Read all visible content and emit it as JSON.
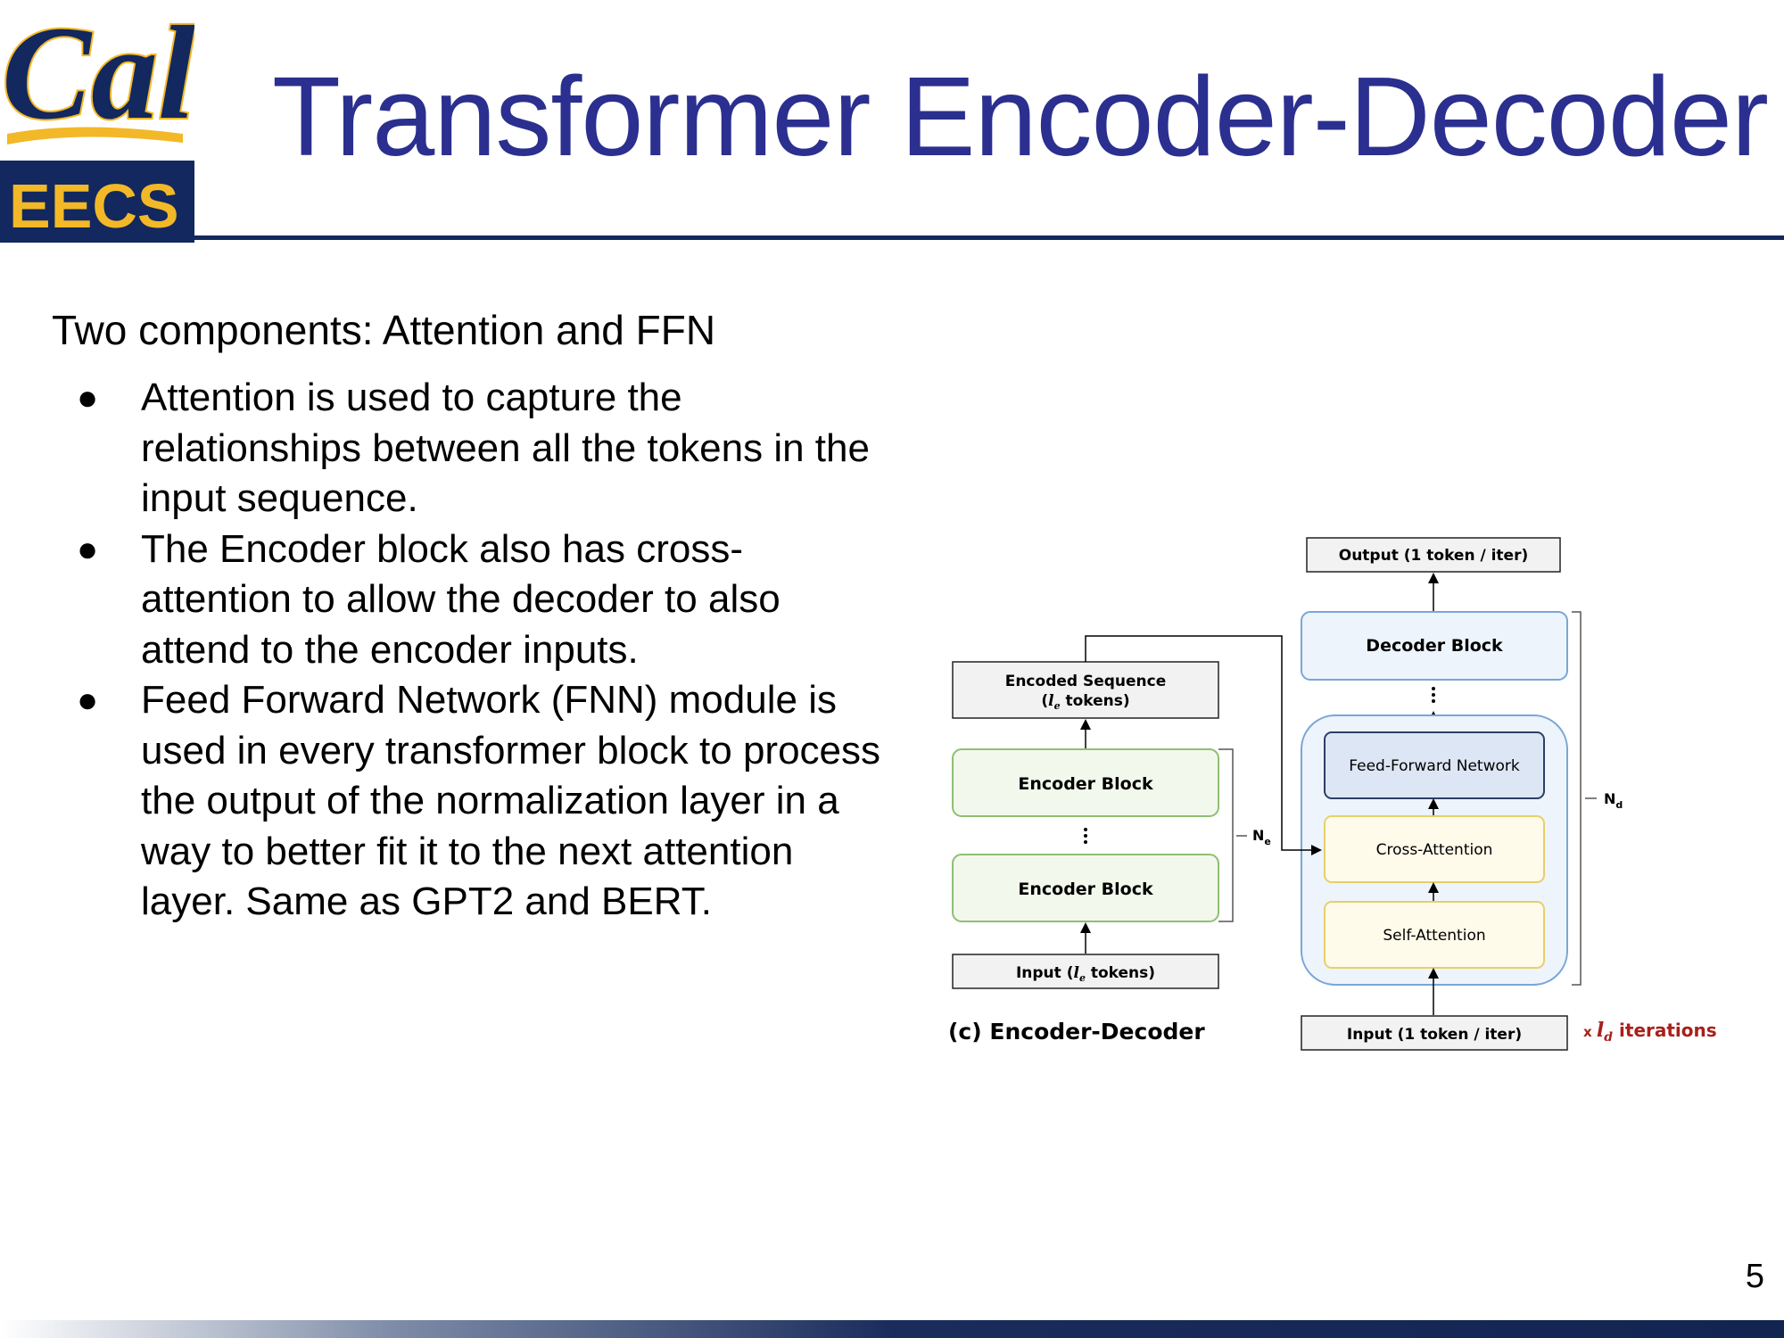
{
  "logo": {
    "top_text": "Cal",
    "bottom_text": "EECS",
    "colors": {
      "navy": "#12285e",
      "gold": "#f2b827",
      "blue": "#2b2f8f"
    }
  },
  "slide": {
    "title": "Transformer Encoder-Decoder",
    "intro": "Two components: Attention and FFN",
    "bullets": [
      "Attention is used to capture the relationships between all the tokens in the input sequence.",
      "The Encoder block also has cross-attention to allow the decoder to also attend to the encoder inputs.",
      "Feed Forward Network (FNN) module is used in every transformer block to process the output of the normalization layer in a way to better fit it to the next attention layer. Same as GPT2 and BERT."
    ],
    "page_number": "5"
  },
  "diagram": {
    "output_label": "Output (1 token / iter)",
    "decoder_block": "Decoder Block",
    "encoded_sequence_line1": "Encoded Sequence",
    "encoded_sequence_line2_pre": "(",
    "encoded_sequence_var": "l",
    "encoded_sequence_sub": "e",
    "encoded_sequence_line2_post": " tokens)",
    "encoder_block": "Encoder Block",
    "ffn": "Feed-Forward Network",
    "cross_attention": "Cross-Attention",
    "self_attention": "Self-Attention",
    "ne_label": "N",
    "ne_sub": "e",
    "nd_label": "N",
    "nd_sub": "d",
    "input_enc_pre": "Input (",
    "input_enc_var": "l",
    "input_enc_sub": "e",
    "input_enc_post": " tokens)",
    "input_dec": "Input (1 token / iter)",
    "caption": "(c) Encoder-Decoder",
    "iter_x": "x ",
    "iter_var": "l",
    "iter_sub": "d",
    "iter_word": " iterations",
    "colors": {
      "encoder_fill": "#f2f8ec",
      "encoder_stroke": "#8fbf72",
      "decoder_fill": "#eef4fb",
      "decoder_stroke": "#7aa6d6",
      "ffn_fill": "#dde6f4",
      "ffn_stroke": "#2d3f66",
      "attn_fill": "#fffbea",
      "attn_stroke": "#e7cf6a",
      "gray_fill": "#f2f2f2",
      "iter_red": "#a8201a"
    }
  }
}
